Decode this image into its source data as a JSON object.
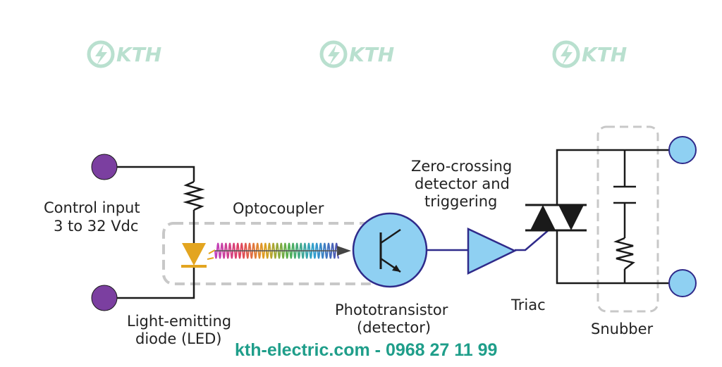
{
  "watermark": {
    "text": "KTH",
    "color": "#b9e0cf"
  },
  "labels": {
    "control_input_line1": "Control input",
    "control_input_line2": "3 to 32 Vdc",
    "optocoupler": "Optocoupler",
    "zero_crossing_line1": "Zero-crossing",
    "zero_crossing_line2": "detector and",
    "zero_crossing_line3": "triggering",
    "led_line1": "Light-emitting",
    "led_line2": "diode (LED)",
    "phototransistor_line1": "Phototransistor",
    "phototransistor_line2": "(detector)",
    "triac": "Triac",
    "snubber": "Snubber"
  },
  "footer": {
    "text": "kth-electric.com - 0968 27 11 99",
    "color": "#1f9e8a"
  },
  "colors": {
    "input_terminal": "#7b3fa0",
    "output_terminal": "#8fd0f2",
    "component_blue": "#8fd0f2",
    "led": "#e3a520",
    "wire": "#1a1a1a",
    "signal_wire": "#2f2a8a",
    "dashed_box": "#c8c8c8"
  }
}
